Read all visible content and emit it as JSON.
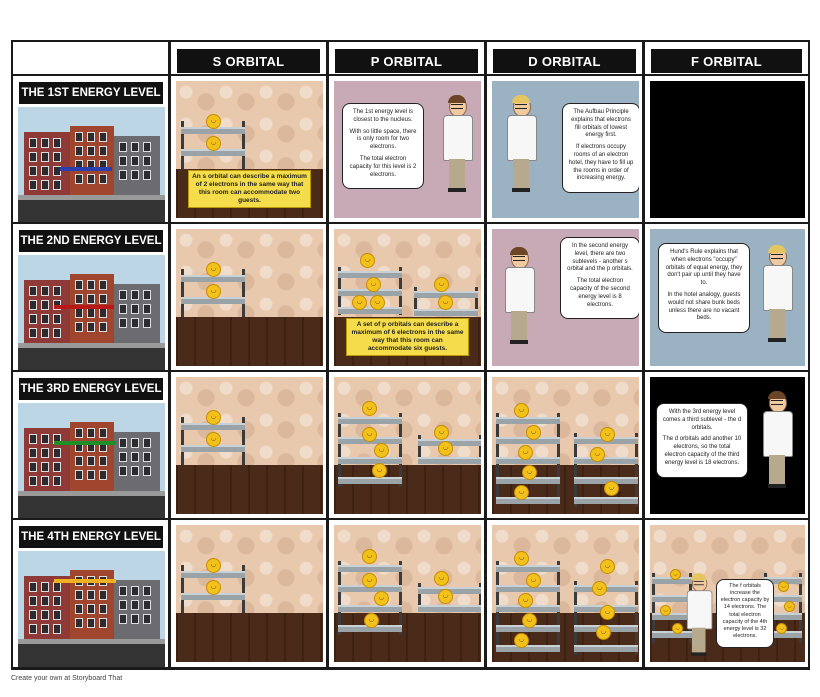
{
  "columns": [
    {
      "label": "S ORBITAL"
    },
    {
      "label": "P ORBITAL"
    },
    {
      "label": "D ORBITAL"
    },
    {
      "label": "F ORBITAL"
    }
  ],
  "rows": [
    {
      "label": "THE 1ST ENERGY LEVEL",
      "arrow_color": "#2a3fae"
    },
    {
      "label": "THE 2ND ENERGY LEVEL",
      "arrow_color": "#b81818"
    },
    {
      "label": "THE 3RD ENERGY LEVEL",
      "arrow_color": "#1f8f2a"
    },
    {
      "label": "THE 4TH ENERGY LEVEL",
      "arrow_color": "#f0b020"
    }
  ],
  "captions": {
    "s1": "An s orbital can describe a maximum of 2 electrons in the same way that this room can accommodate two guests.",
    "p2": "A set of p orbitals can describe a maximum of 6 electrons in the same way that this room can accommodate six guests."
  },
  "bubbles": {
    "p1": [
      "The 1st energy level is closest to the nucleus.",
      "With so little space, there is only room for two electrons.",
      "The total electron capacity for this level is 2 electrons."
    ],
    "d1": [
      "The Aufbau Principle explains that electrons fill orbitals of lowest energy first.",
      "If electrons occupy rooms of an electron hotel, they have to fill up the rooms in order of increasing energy."
    ],
    "d2": [
      "In the second energy level, there are two sublevels - another s orbital and the p orbitals.",
      "The total electron capacity of the second energy level is 8 electrons."
    ],
    "f2": [
      "Hund's Rule explains that when electrons \"occupy\" orbitals of equal energy, they don't pair up until they have to.",
      "In the hotel analogy, guests would not share bunk beds unless there are no vacant beds."
    ],
    "f3": [
      "With the 3rd energy level comes a third sublevel - the d orbitals.",
      "The d orbitals add another 10 electrons, so the total electron capacity of the third energy level is 18 electrons."
    ],
    "f4": [
      "The f orbitals increase the electron capacity by 14 electrons. The total electron capacity of the 4th energy level is 32 electrons."
    ]
  },
  "footer": "Create your own at Storyboard That",
  "colors": {
    "grid": "#1a1a1a",
    "header_bg": "#111111",
    "caption_bg": "#f4dc4a",
    "wall": "#e8c9ae",
    "floor": "#4a2a18"
  }
}
